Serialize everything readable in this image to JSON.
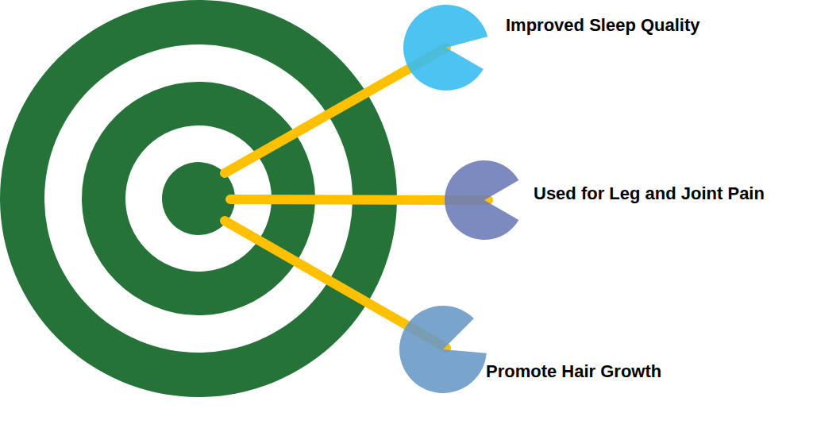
{
  "diagram": {
    "labels": [
      "Improved Sleep Quality",
      "Used for Leg and Joint Pain",
      "Promote Hair Growth"
    ]
  }
}
